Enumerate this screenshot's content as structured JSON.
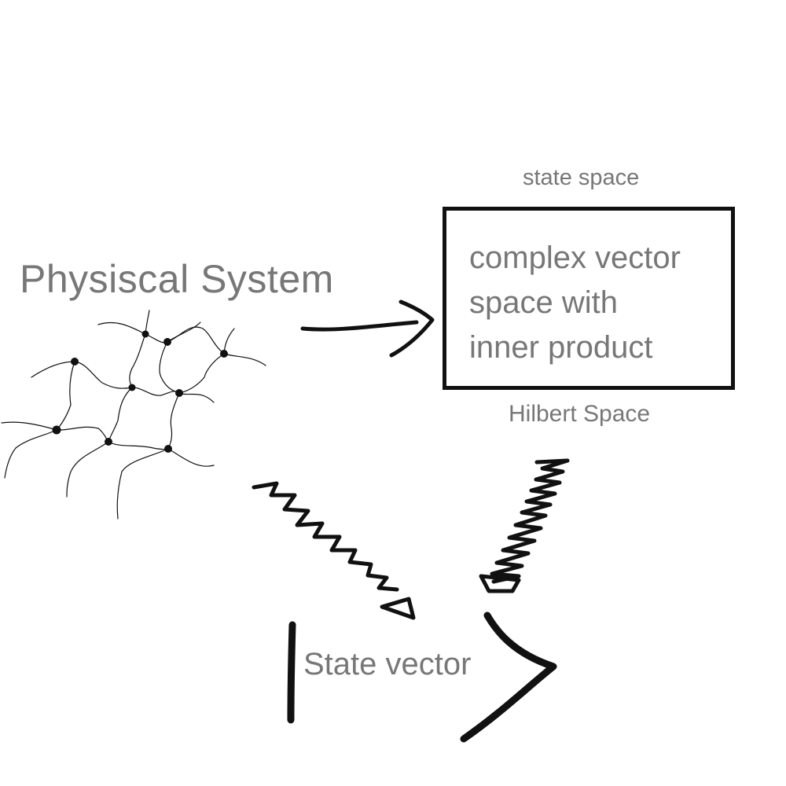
{
  "diagram": {
    "physical_system_label": "Physiscal System",
    "state_space_label": "state space",
    "box_lines": [
      "complex vector",
      "space with",
      "inner product"
    ],
    "hilbert_space_label": "Hilbert Space",
    "state_vector_label": "State vector"
  },
  "colors": {
    "text": "#777777",
    "ink": "#111111",
    "background": "#ffffff"
  },
  "icons": {
    "network": "particle-lattice-icon",
    "arrow_to_space": "hand-drawn-arrow",
    "wavy_arrows": "squiggle-arrow",
    "ket": "bra-ket-brackets"
  }
}
